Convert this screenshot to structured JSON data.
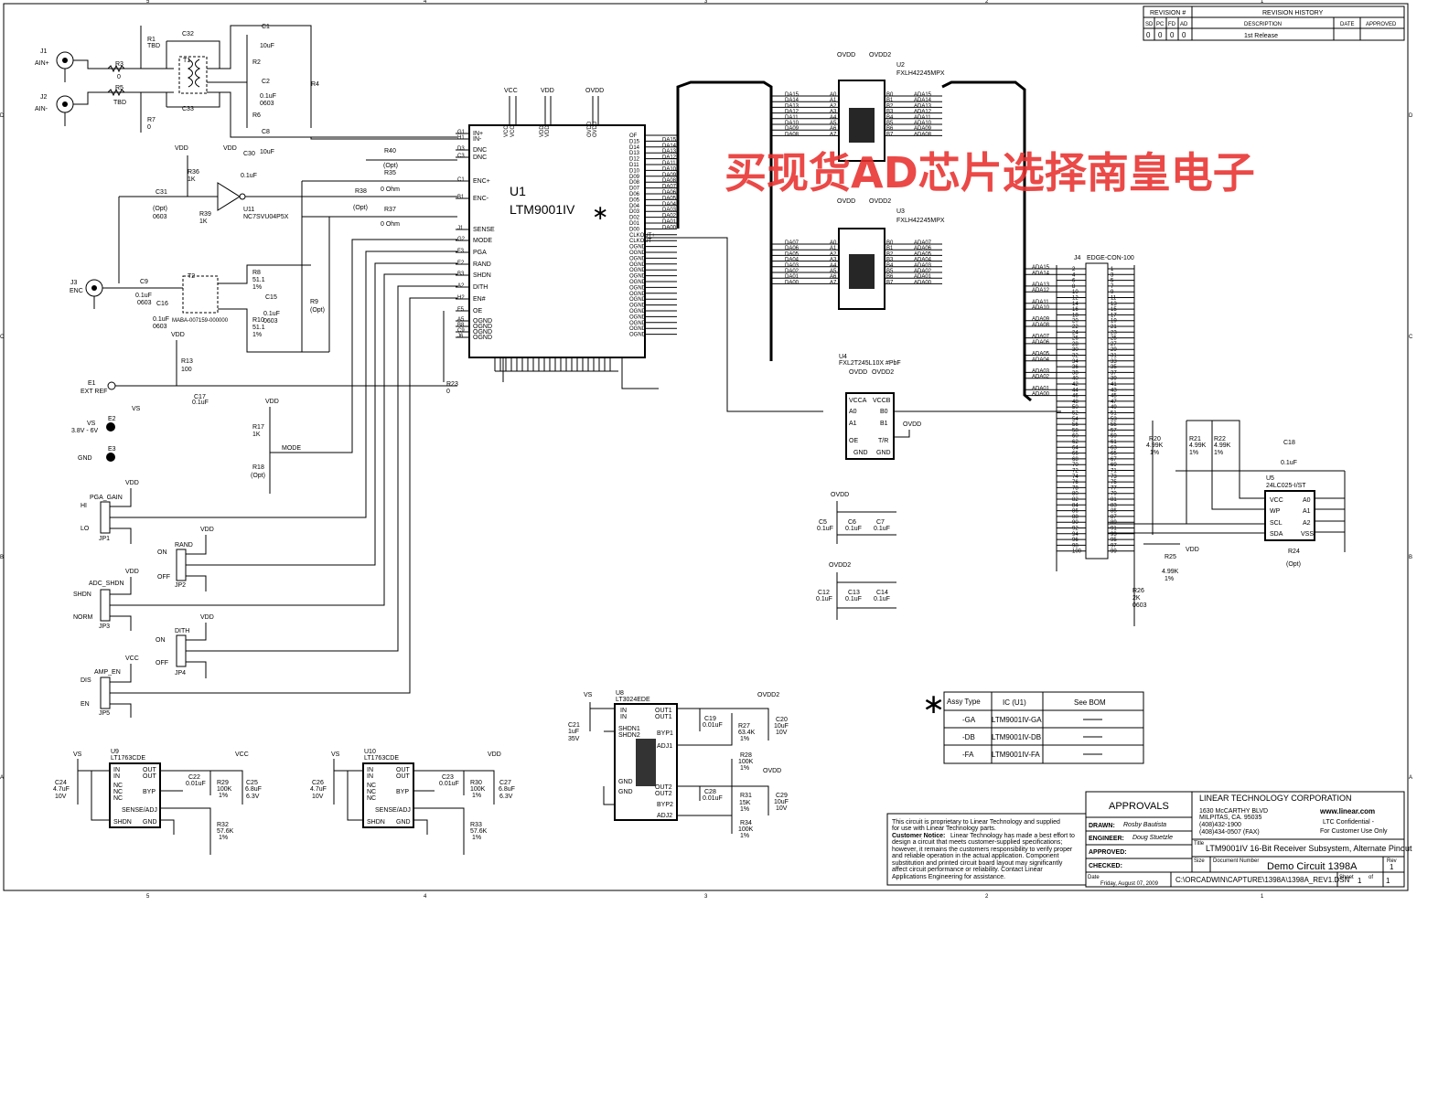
{
  "revision": {
    "rev_label": "REVISION #",
    "history_label": "REVISION HISTORY",
    "cols": [
      "SD",
      "PC",
      "FD",
      "AD"
    ],
    "desc_col": "DESCRIPTION",
    "date_col": "DATE",
    "approved_col": "APPROVED",
    "row_vals": [
      "0",
      "0",
      "0",
      "0"
    ],
    "row_desc": "1st Release"
  },
  "u1": {
    "ref": "U1",
    "part": "LTM9001IV",
    "star": "∗",
    "left_pins": [
      "IN+",
      "IN-",
      "DNC",
      "DNC",
      "ENC+",
      "ENC-",
      "SENSE",
      "MODE",
      "PGA",
      "RAND",
      "SHDN",
      "DITH",
      "EN#",
      "OE",
      "OGND",
      "OGND",
      "OGND",
      "OGND"
    ],
    "left_nums": [
      "G1",
      "H1",
      "D3",
      "C3",
      "C1",
      "B1",
      "J1",
      "G2",
      "F3",
      "E2",
      "B3",
      "A2",
      "H2",
      "F5",
      "A5",
      "B8",
      "C9",
      "J6"
    ],
    "right_pins": [
      "OF",
      "D15",
      "D14",
      "D13",
      "D12",
      "D11",
      "D10",
      "D09",
      "D08",
      "D07",
      "D06",
      "D05",
      "D04",
      "D03",
      "D02",
      "D01",
      "D00",
      "CLKOUT+",
      "CLKOUT-",
      "OGND",
      "OGND",
      "OGND",
      "OGND",
      "OGND",
      "OGND",
      "OGND",
      "OGND",
      "OGND",
      "OGND",
      "OGND",
      "OGND",
      "OGND",
      "OGND",
      "OGND",
      "OGND"
    ],
    "right_nets": [
      "",
      "DA15",
      "DA14",
      "DA13",
      "DA12",
      "DA11",
      "DA10",
      "DA09",
      "DA08",
      "DA07",
      "DA06",
      "DA05",
      "DA04",
      "DA03",
      "DA02",
      "DA01",
      "DA00"
    ],
    "top_pins": [
      "VCC",
      "VCC",
      "VDD",
      "VDD",
      "OVDD",
      "OVDD"
    ]
  },
  "u2": {
    "ref": "U2",
    "part": "FXLH42245MPX",
    "ovdd": "OVDD2",
    "vdd": "OVDD",
    "a_pins": [
      "A0",
      "A1",
      "A2",
      "A3",
      "A4",
      "A5",
      "A6",
      "A7"
    ],
    "b_pins": [
      "B0",
      "B1",
      "B2",
      "B3",
      "B4",
      "B5",
      "B6",
      "B7"
    ],
    "in_nets": [
      "DA15",
      "DA14",
      "DA13",
      "DA12",
      "DA11",
      "DA10",
      "DA09",
      "DA08"
    ],
    "out_nets": [
      "ADA15",
      "ADA14",
      "ADA13",
      "ADA12",
      "ADA11",
      "ADA10",
      "ADA09",
      "ADA08"
    ]
  },
  "u3": {
    "ref": "U3",
    "part": "FXLH42245MPX",
    "ovdd": "OVDD2",
    "vdd": "OVDD",
    "in_nets": [
      "DA07",
      "DA06",
      "DA05",
      "DA04",
      "DA03",
      "DA02",
      "DA01",
      "DA00"
    ],
    "out_nets": [
      "ADA07",
      "ADA06",
      "ADA05",
      "ADA04",
      "ADA03",
      "ADA02",
      "ADA01",
      "ADA00"
    ]
  },
  "u4": {
    "ref": "U4",
    "part": "FXL2T245L10X #PbF",
    "pins_l": [
      "VCCA",
      "A0",
      "A1",
      "OE",
      "GND"
    ],
    "pins_r": [
      "VCCB",
      "B0",
      "B1",
      "T/R",
      "GND"
    ],
    "ovdd": "OVDD",
    "ovdd2": "OVDD2"
  },
  "j4": {
    "ref": "J4",
    "part": "EDGE-CON-100",
    "nets": [
      "ADA15",
      "ADA14",
      "ADA13",
      "ADA12",
      "ADA11",
      "ADA10",
      "ADA09",
      "ADA08",
      "ADA07",
      "ADA06",
      "ADA05",
      "ADA04",
      "ADA03",
      "ADA02",
      "ADA01",
      "ADA00"
    ],
    "left_nums": [
      "2",
      "4",
      "6",
      "8",
      "10",
      "12",
      "14",
      "16",
      "18",
      "20",
      "22",
      "24",
      "26",
      "28",
      "30",
      "32",
      "34",
      "36",
      "38",
      "40",
      "42",
      "44",
      "46",
      "48",
      "50",
      "52",
      "54",
      "56",
      "58",
      "60",
      "62",
      "64",
      "66",
      "68",
      "70",
      "72",
      "74",
      "76",
      "78",
      "80",
      "82",
      "84",
      "86",
      "88",
      "90",
      "92",
      "94",
      "96",
      "98",
      "100"
    ],
    "right_nums": [
      "1",
      "3",
      "5",
      "7",
      "9",
      "11",
      "13",
      "15",
      "17",
      "19",
      "21",
      "23",
      "25",
      "27",
      "29",
      "31",
      "33",
      "35",
      "37",
      "39",
      "41",
      "43",
      "45",
      "47",
      "49",
      "51",
      "53",
      "55",
      "57",
      "59",
      "61",
      "63",
      "65",
      "67",
      "69",
      "71",
      "73",
      "75",
      "77",
      "79",
      "81",
      "83",
      "85",
      "87",
      "89",
      "91",
      "93",
      "95",
      "97",
      "99"
    ]
  },
  "u5": {
    "ref": "U5",
    "part": "24LC025-I/ST",
    "pins_l": [
      "VCC",
      "WP",
      "SCL",
      "SDA"
    ],
    "pins_r": [
      "A0",
      "A1",
      "A2",
      "VSS"
    ]
  },
  "u11": {
    "ref": "U11",
    "part": "NC7SVU04P5X"
  },
  "u8": {
    "ref": "U8",
    "part": "LT3024EDE",
    "pins_l": [
      "IN",
      "IN",
      "SHDN1",
      "SHDN2",
      "GND",
      "GND"
    ],
    "pins_r": [
      "OUT1",
      "OUT1",
      "BYP1",
      "ADJ1",
      "OUT2",
      "OUT2",
      "BYP2",
      "ADJ2"
    ]
  },
  "u9": {
    "ref": "U9",
    "part": "LT1763CDE",
    "pins_l": [
      "IN",
      "IN",
      "NC",
      "NC",
      "NC",
      "SHDN"
    ],
    "pins_r": [
      "OUT",
      "OUT",
      "BYP",
      "SENSE/ADJ",
      "GND"
    ]
  },
  "u10": {
    "ref": "U10",
    "part": "LT1763CDE"
  },
  "connectors": {
    "j1": "J1",
    "j1_net": "AIN+",
    "j2": "J2",
    "j2_net": "AIN-",
    "j3": "J3",
    "j3_net": "ENC",
    "e1": "E1",
    "e1_net": "EXT REF",
    "e2": "E2",
    "e2_net": "VS",
    "e2_range": "3.8V - 6V",
    "e3": "E3",
    "e3_net": "GND"
  },
  "jumpers": [
    {
      "ref": "JP1",
      "title": "PGA_GAIN",
      "hi": "HI",
      "lo": "LO",
      "supply": "VDD"
    },
    {
      "ref": "JP2",
      "title": "RAND",
      "hi": "ON",
      "lo": "OFF",
      "supply": "VDD"
    },
    {
      "ref": "JP3",
      "title": "ADC_SHDN",
      "hi": "SHDN",
      "lo": "NORM",
      "supply": "VDD"
    },
    {
      "ref": "JP4",
      "title": "DITH",
      "hi": "ON",
      "lo": "OFF",
      "supply": "VDD"
    },
    {
      "ref": "JP5",
      "title": "AMP_EN",
      "hi": "DIS",
      "lo": "EN",
      "supply": "VCC"
    }
  ],
  "passives": {
    "r1": "R1",
    "r1v": "TBD",
    "r3": "R3",
    "r3v": "0",
    "r5": "R5",
    "r5v": "TBD",
    "r7": "R7",
    "r7v": "0",
    "c32": "C32",
    "c33": "C33",
    "t1": "T1",
    "c1": "C1",
    "c1v": "10uF",
    "r2": "R2",
    "c2": "C2",
    "c2v": "0.1uF",
    "c2s": "0603",
    "r6": "R6",
    "c8": "C8",
    "c8v": "10uF",
    "r4": "R4",
    "r36": "R36",
    "r36v": "1K",
    "c30": "C30",
    "c30v": "0.1uF",
    "r39": "R39",
    "r39v": "1K",
    "c31": "C31",
    "c31v": "(Opt)",
    "c31s": "0603",
    "r40": "R40",
    "r40v": "(Opt)",
    "r35": "R35",
    "r35v": "0 Ohm",
    "r38": "R38",
    "r38v": "(Opt)",
    "r37": "R37",
    "r37v": "0 Ohm",
    "t2": "T2",
    "t2v": "MABA-007159-000000",
    "c9": "C9",
    "c9v": "0.1uF",
    "c9s": "0603",
    "c16": "C16",
    "c16v": "0.1uF",
    "c16s": "0603",
    "r8": "R8",
    "r8v": "51.1",
    "r8t": "1%",
    "c15": "C15",
    "c15v": "0.1uF",
    "c15s": "0603",
    "r10": "R10",
    "r10v": "51.1",
    "r10t": "1%",
    "r9": "R9",
    "r9v": "(Opt)",
    "r13": "R13",
    "r13v": "100",
    "c17": "C17",
    "c17v": "0.1uF",
    "r17": "R17",
    "r17v": "1K",
    "r18": "R18",
    "r18v": "(Opt)",
    "mode": "MODE",
    "r23": "R23",
    "r23v": "0",
    "c5": "C5",
    "c6": "C6",
    "c7": "C7",
    "c12": "C12",
    "c13": "C13",
    "c14": "C14",
    "cv": "0.1uF",
    "r20": "R20",
    "r20v": "4.99K",
    "r21": "R21",
    "r21v": "4.99K",
    "r22": "R22",
    "r22v": "4.99K",
    "r25": "R25",
    "r25v": "4.99K",
    "r24": "R24",
    "r24v": "(Opt)",
    "r26": "R26",
    "r26v": "2K",
    "r26s": "0603",
    "c18": "C18",
    "c18v": "0.1uF",
    "tol": "1%",
    "c21": "C21",
    "c21v": "1uF",
    "c21r": "35V",
    "c19": "C19",
    "c19v": "0.01uF",
    "r27": "R27",
    "r27v": "63.4K",
    "r28": "R28",
    "r28v": "100K",
    "c20": "C20",
    "c20v": "10uF",
    "c20r": "10V",
    "c28": "C28",
    "c28v": "0.01uF",
    "r31": "R31",
    "r31v": "15K",
    "r34": "R34",
    "r34v": "100K",
    "c29": "C29",
    "c29v": "10uF",
    "c29r": "10V",
    "c24": "C24",
    "c24v": "4.7uF",
    "c24r": "10V",
    "c22": "C22",
    "c22v": "0.01uF",
    "r29": "R29",
    "r29v": "100K",
    "c25": "C25",
    "c25v": "6.8uF",
    "c25r": "6.3V",
    "r32": "R32",
    "r32v": "57.6K",
    "c26": "C26",
    "c26v": "4.7uF",
    "c26r": "10V",
    "c23": "C23",
    "c23v": "0.01uF",
    "r30": "R30",
    "r30v": "100K",
    "c27": "C27",
    "c27v": "6.8uF",
    "c27r": "6.3V",
    "r33": "R33",
    "r33v": "57.6K"
  },
  "nets": {
    "vdd": "VDD",
    "vcc": "VCC",
    "vs": "VS",
    "ovdd": "OVDD",
    "ovdd2": "OVDD2"
  },
  "assy": {
    "header": [
      "Assy Type",
      "IC (U1)",
      "See BOM"
    ],
    "rows": [
      [
        "-GA",
        "LTM9001IV-GA"
      ],
      [
        "-DB",
        "LTM9001IV-DB"
      ],
      [
        "-FA",
        "LTM9001IV-FA"
      ]
    ]
  },
  "notice": {
    "line1": "This circuit is proprietary to Linear Technology and supplied",
    "line2": "for use with Linear Technology parts.",
    "bold": "Customer Notice:",
    "body": [
      "Linear Technology has made a best effort to",
      "design a circuit that meets customer-supplied specifications;",
      "however, it remains the customers responsibility to verify proper",
      "and reliable operation in the actual application. Component",
      "substitution and printed circuit board layout may significantly",
      "affect circuit performance or reliability. Contact Linear",
      "Applications Engineering for assistance."
    ]
  },
  "title_block": {
    "approvals": "APPROVALS",
    "drawn_l": "DRAWN:",
    "drawn": "Rosby Bautista",
    "engineer_l": "ENGINEER:",
    "engineer": "Doug Stuetzle",
    "approved_l": "APPROVED:",
    "checked_l": "CHECKED:",
    "company": "LINEAR TECHNOLOGY CORPORATION",
    "addr1": "1630 McCARTHY BLVD",
    "addr2": "MILPITAS, CA. 95035",
    "phone": "(408)432-1900",
    "fax": "(408)434-0507 (FAX)",
    "web": "www.linear.com",
    "conf1": "LTC Confidential -",
    "conf2": "For Customer Use Only",
    "title_l": "Title",
    "title": "LTM9001IV 16-Bit Receiver Subsystem, Alternate Pinout",
    "size_l": "Size",
    "docnum_l": "Document Number",
    "docnum": "Demo Circuit 1398A",
    "rev_l": "Rev",
    "rev": "1",
    "date_l": "Date",
    "date": "Friday, August 07, 2009",
    "path": "C:\\ORCADWIN\\CAPTURE\\1398A\\1398A_REV1.DSN",
    "sheet_l": "Sheet",
    "sheet": "1",
    "of_l": "of",
    "of": "1"
  },
  "watermark": "买现货AD芯片选择南皇电子",
  "border_nums": [
    "5",
    "4",
    "3",
    "2",
    "1"
  ],
  "border_letters": [
    "D",
    "C",
    "B",
    "A"
  ]
}
